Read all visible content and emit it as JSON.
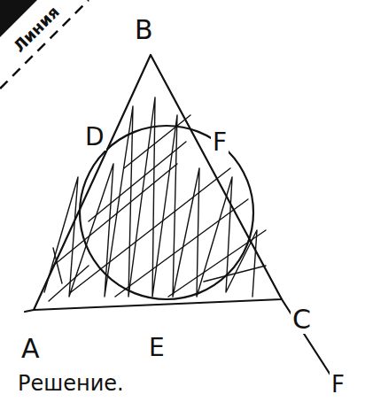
{
  "diagram": {
    "labels": [
      "Линия",
      "B",
      "D",
      "F",
      "A",
      "E",
      "C",
      "F",
      "Решение."
    ]
  }
}
